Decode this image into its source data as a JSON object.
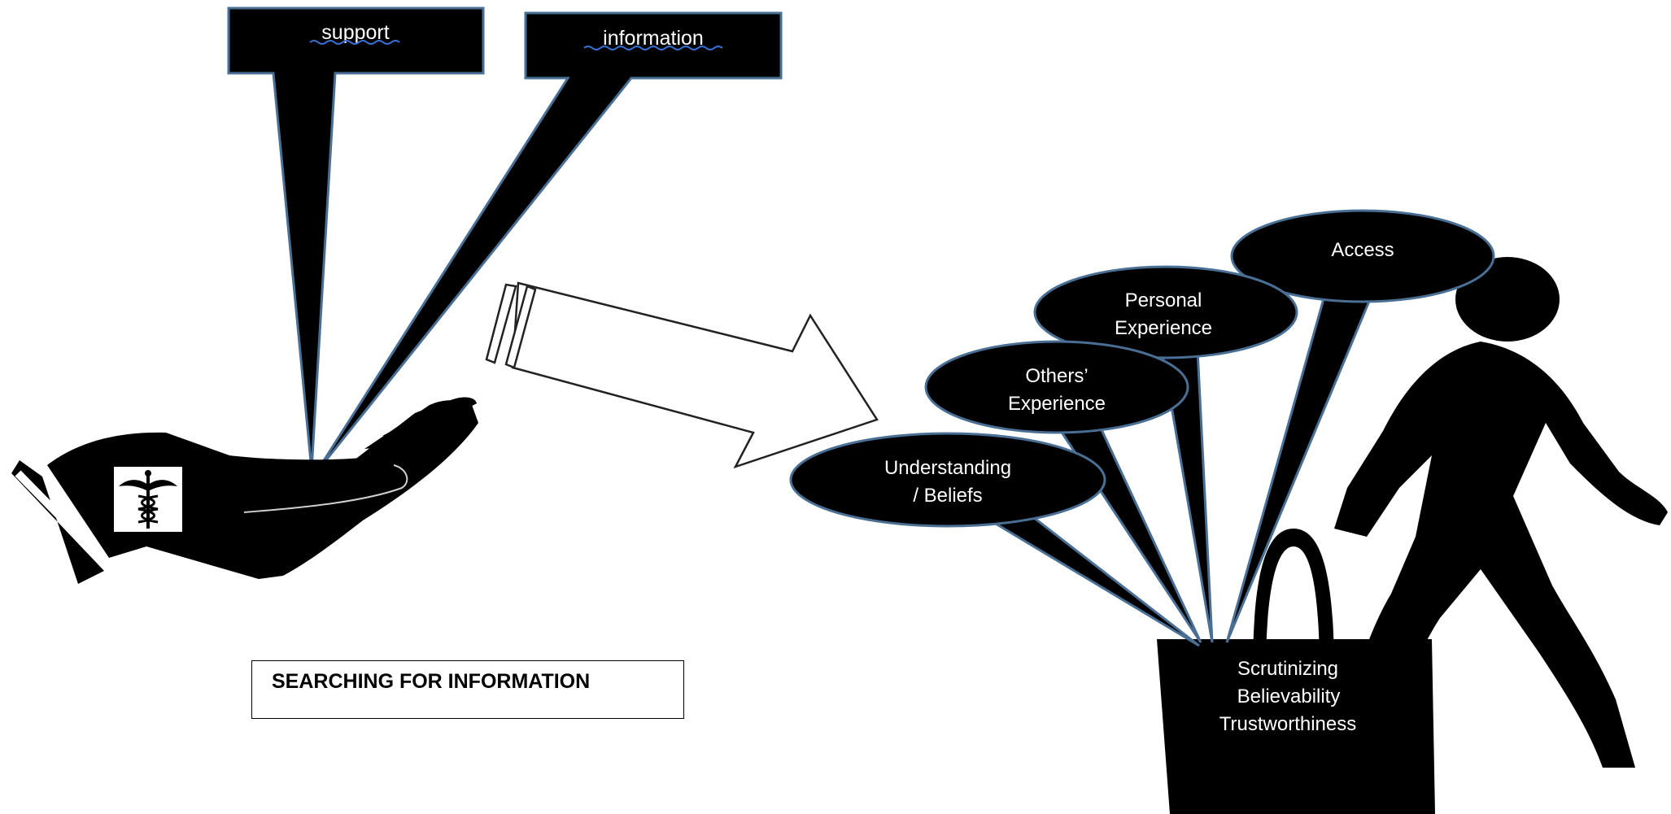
{
  "colors": {
    "fill": "#000000",
    "outline": "#4a6f95",
    "text_on_dark": "#ffffff",
    "background": "#ffffff"
  },
  "left_panel": {
    "callouts": [
      {
        "id": "support",
        "label": "support"
      },
      {
        "id": "information",
        "label": "information"
      }
    ],
    "hand_icon": "open-hand-with-caduceus",
    "caption": "SEARCHING FOR INFORMATION"
  },
  "arrow_icon": "right-arrow-outline",
  "right_panel": {
    "bubbles": [
      {
        "id": "access",
        "lines": [
          "Access"
        ]
      },
      {
        "id": "personal-experience",
        "lines": [
          "Personal",
          "Experience"
        ]
      },
      {
        "id": "others-experience",
        "lines": [
          "Others’",
          "Experience"
        ]
      },
      {
        "id": "understanding-beliefs",
        "lines": [
          "Understanding",
          "/ Beliefs"
        ]
      }
    ],
    "bag_lines": [
      "Scrutinizing",
      "Believability",
      "Trustworthiness"
    ],
    "person_icon": "walking-person-silhouette"
  }
}
